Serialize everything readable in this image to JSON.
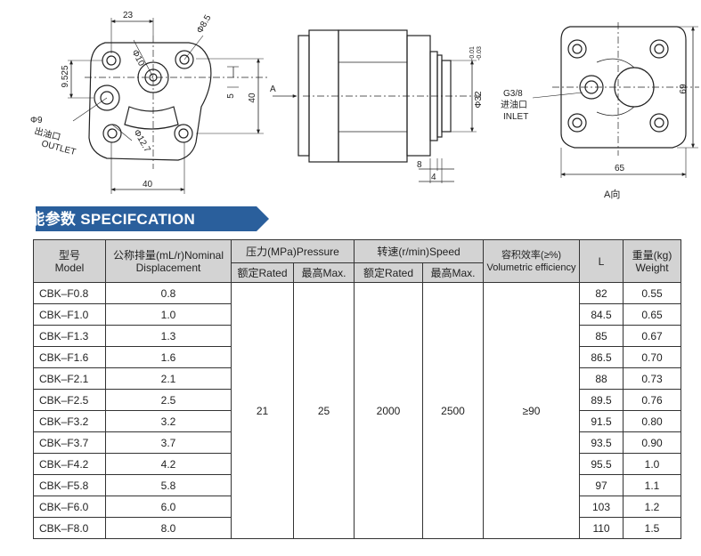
{
  "drawings": {
    "front": {
      "dim_width_top": "23",
      "dim_hole_dia": "Φ8.5",
      "dim_bore": "Φ10",
      "dim_left_offset": "9.525",
      "dim_offset_small": "5",
      "dim_height": "40",
      "dim_outlet_dia": "Φ9",
      "outlet_cn": "出油口",
      "outlet_en": "OUTLET",
      "dim_bolt_dia": "Φ12.7",
      "dim_width_bottom": "40"
    },
    "side": {
      "arrow_label": "A",
      "dim_pilot": "Φ32",
      "tol_upper": "-0.01",
      "tol_lower": "-0.03",
      "dim_flange": "8",
      "dim_shaft": "4"
    },
    "rear": {
      "port_thread": "G3/8",
      "inlet_cn": "进油口",
      "inlet_en": "INLET",
      "dim_height": "69",
      "dim_width": "65",
      "view_label": "A向"
    }
  },
  "banner": {
    "title": "性能参数 SPECIFCATION",
    "color": "#2a5f9c"
  },
  "table": {
    "headers": {
      "model_cn": "型号",
      "model_en": "Model",
      "disp_line1": "公称排量(mL/r)Nominal",
      "disp_line2": "Displacement",
      "pressure": "压力(MPa)Pressure",
      "pressure_rated": "额定Rated",
      "pressure_max": "最高Max.",
      "speed": "转速(r/min)Speed",
      "speed_rated": "额定Rated",
      "speed_max": "最高Max.",
      "eff_cn": "容积效率(≥%)",
      "eff_en": "Volumetric efficiency",
      "length": "L",
      "weight_cn": "重量(kg)",
      "weight_en": "Weight"
    },
    "shared": {
      "pressure_rated": "21",
      "pressure_max": "25",
      "speed_rated": "2000",
      "speed_max": "2500",
      "efficiency": "≥90"
    },
    "rows": [
      {
        "model": "CBK–F0.8",
        "displacement": "0.8",
        "L": "82",
        "weight": "0.55"
      },
      {
        "model": "CBK–F1.0",
        "displacement": "1.0",
        "L": "84.5",
        "weight": "0.65"
      },
      {
        "model": "CBK–F1.3",
        "displacement": "1.3",
        "L": "85",
        "weight": "0.67"
      },
      {
        "model": "CBK–F1.6",
        "displacement": "1.6",
        "L": "86.5",
        "weight": "0.70"
      },
      {
        "model": "CBK–F2.1",
        "displacement": "2.1",
        "L": "88",
        "weight": "0.73"
      },
      {
        "model": "CBK–F2.5",
        "displacement": "2.5",
        "L": "89.5",
        "weight": "0.76"
      },
      {
        "model": "CBK–F3.2",
        "displacement": "3.2",
        "L": "91.5",
        "weight": "0.80"
      },
      {
        "model": "CBK–F3.7",
        "displacement": "3.7",
        "L": "93.5",
        "weight": "0.90"
      },
      {
        "model": "CBK–F4.2",
        "displacement": "4.2",
        "L": "95.5",
        "weight": "1.0"
      },
      {
        "model": "CBK–F5.8",
        "displacement": "5.8",
        "L": "97",
        "weight": "1.1"
      },
      {
        "model": "CBK–F6.0",
        "displacement": "6.0",
        "L": "103",
        "weight": "1.2"
      },
      {
        "model": "CBK–F8.0",
        "displacement": "8.0",
        "L": "110",
        "weight": "1.5"
      }
    ]
  }
}
